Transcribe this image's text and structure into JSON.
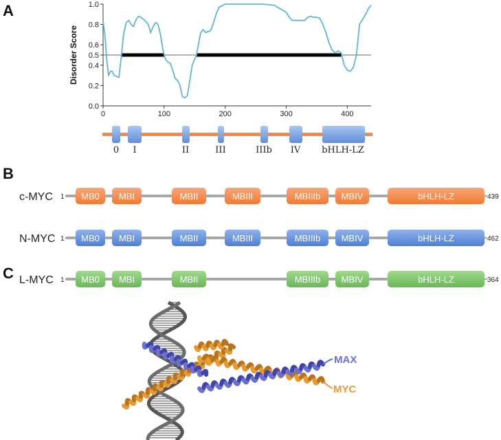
{
  "panels": {
    "A": "A",
    "B": "B",
    "C": "C"
  },
  "colors": {
    "disorder_line": "#62b4d3",
    "threshold_bar": "#000000",
    "domain_blue": "#5e8fda",
    "domain_blue_light": "#a9c6f1",
    "orange": "#f28a48",
    "green": "#7cc46a",
    "backbone": "#a8a8a8",
    "max_color": "#6b70d4",
    "myc_color": "#e89a2e"
  },
  "chart_data": {
    "type": "line",
    "ylabel": "Disorder Score",
    "xlabel": "",
    "xlim": [
      0,
      439
    ],
    "ylim": [
      0,
      1.0
    ],
    "x_ticks": [
      "0",
      "100",
      "200",
      "300",
      "400"
    ],
    "y_ticks": [
      "0.0",
      "0.2",
      "0.4",
      "0.5",
      "0.6",
      "0.8",
      "1.0"
    ],
    "threshold": 0.5,
    "disordered_regions": [
      [
        30,
        100
      ],
      [
        153,
        390
      ]
    ],
    "series": [
      {
        "x": [
          0,
          3,
          6,
          9,
          12,
          15,
          18,
          22,
          26,
          30,
          34,
          38,
          42,
          46,
          50,
          54,
          58,
          62,
          66,
          70,
          74,
          78,
          82,
          86,
          90,
          94,
          98,
          102,
          106,
          110,
          114,
          118,
          122,
          126,
          130,
          134,
          138,
          142,
          146,
          150,
          153,
          156,
          160,
          164,
          168,
          172,
          176,
          180,
          185,
          190,
          200,
          220,
          240,
          260,
          280,
          300,
          305,
          310,
          315,
          320,
          325,
          330,
          335,
          340,
          345,
          350,
          355,
          360,
          365,
          370,
          375,
          380,
          385,
          390,
          395,
          400,
          405,
          410,
          415,
          420,
          425,
          430,
          435,
          439
        ],
        "y": [
          0.83,
          0.7,
          0.45,
          0.3,
          0.34,
          0.34,
          0.3,
          0.29,
          0.28,
          0.5,
          0.72,
          0.82,
          0.84,
          0.8,
          0.78,
          0.85,
          0.88,
          0.87,
          0.85,
          0.83,
          0.8,
          0.72,
          0.78,
          0.82,
          0.8,
          0.7,
          0.55,
          0.46,
          0.43,
          0.42,
          0.35,
          0.27,
          0.25,
          0.2,
          0.09,
          0.08,
          0.1,
          0.25,
          0.4,
          0.46,
          0.5,
          0.6,
          0.72,
          0.75,
          0.72,
          0.73,
          0.74,
          0.8,
          0.9,
          0.97,
          1.0,
          1.0,
          1.0,
          1.0,
          0.99,
          0.92,
          0.87,
          0.84,
          0.84,
          0.84,
          0.84,
          0.84,
          0.87,
          0.88,
          0.87,
          0.87,
          0.86,
          0.8,
          0.72,
          0.62,
          0.55,
          0.52,
          0.54,
          0.52,
          0.4,
          0.35,
          0.34,
          0.38,
          0.5,
          0.8,
          0.85,
          0.9,
          0.96,
          0.99
        ]
      }
    ]
  },
  "domain_map": {
    "labels": [
      "0",
      "I",
      "II",
      "III",
      "IIIb",
      "IV",
      "bHLH-LZ"
    ]
  },
  "proteins": [
    {
      "name": "c-MYC",
      "start": "1",
      "end": "439",
      "color": "orange",
      "domains": [
        "MB0",
        "MBI",
        "MBII",
        "MBIII",
        "MBIIIb",
        "MBIV",
        "bHLH-LZ"
      ]
    },
    {
      "name": "N-MYC",
      "start": "1",
      "end": "462",
      "color": "blue",
      "domains": [
        "MB0",
        "MBI",
        "MBII",
        "MBIII",
        "MBIIIb",
        "MBIV",
        "bHLH-LZ"
      ]
    },
    {
      "name": "L-MYC",
      "start": "1",
      "end": "364",
      "color": "green",
      "domains": [
        "MB0",
        "MBI",
        "MBII",
        "MBIIIb",
        "MBIV",
        "bHLH-LZ"
      ]
    }
  ],
  "structure": {
    "max_label": "MAX",
    "myc_label": "MYC"
  }
}
